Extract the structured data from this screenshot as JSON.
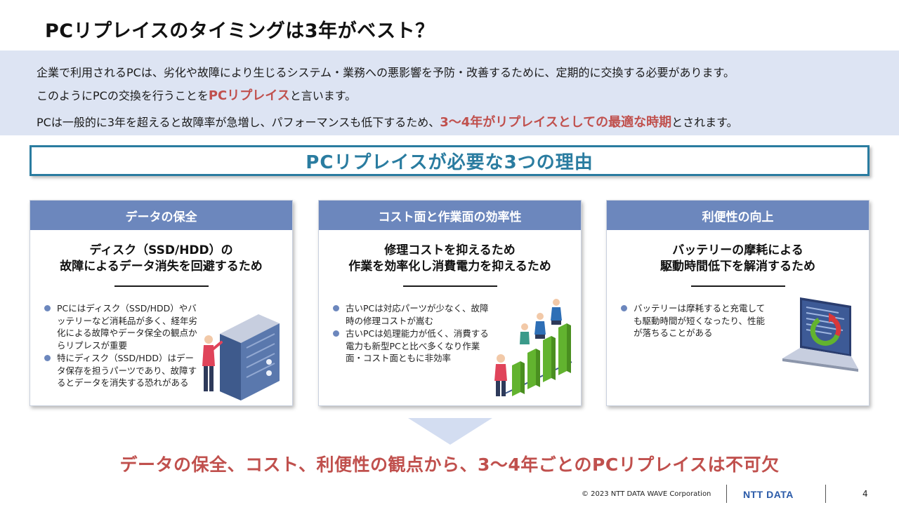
{
  "slide": {
    "title": "PCリプレイスのタイミングは3年がベスト？"
  },
  "intro": {
    "line1": "企業で利用されるPCは、劣化や故障により生じるシステム・業務への悪影響を予防・改善するために、定期的に交換する必要があります。",
    "line2_pre": "このようにPCの交換を行うことを",
    "line2_hl": "PCリプレイス",
    "line2_post": "と言います。",
    "line3_pre": "PCは一般的に3年を超えると故障率が急増し、パフォーマンスも低下するため、",
    "line3_hl": "3～4年がリプレイスとしての最適な時期",
    "line3_post": "とされます。"
  },
  "reasons_banner": "PCリプレイスが必要な3つの理由",
  "cards": [
    {
      "header": "データの保全",
      "sub1": "ディスク（SSD/HDD）の",
      "sub2": "故障によるデータ消失を回避するため",
      "bullets": [
        "PCにはディスク（SSD/HDD）やバッテリーなど消耗品が多く、経年劣化による故障やデータ保全の観点からリプレスが重要",
        "特にディスク（SSD/HDD）はデータ保存を担うパーツであり、故障するとデータを消失する恐れがある"
      ],
      "icon": "server-person-icon"
    },
    {
      "header": "コスト面と作業面の効率性",
      "sub1": "修理コストを抑えるため",
      "sub2": "作業を効率化し消費電力を抑えるため",
      "bullets": [
        "古いPCは対応パーツが少なく、故障時の修理コストが嵩む",
        "古いPCは処理能力が低く、消費する電力も新型PCと比べ多くなり作業面・コスト面ともに非効率"
      ],
      "icon": "growth-chart-people-icon"
    },
    {
      "header": "利便性の向上",
      "sub1": "バッテリーの摩耗による",
      "sub2": "駆動時間低下を解消するため",
      "bullets": [
        "バッテリーは摩耗すると充電しても駆動時間が短くなったり、性能が落ちることがある"
      ],
      "icon": "laptop-refresh-icon"
    }
  ],
  "conclusion": "データの保全、コスト、利便性の観点から、3～4年ごとのPCリプレイスは不可欠",
  "footer": {
    "copyright": "© 2023 NTT DATA WAVE Corporation",
    "logo": "NTT DATA",
    "page": "4"
  },
  "colors": {
    "accent_red": "#c0504d",
    "banner_teal": "#2a7ca0",
    "card_header": "#6c87bd",
    "intro_band": "#dde4f3"
  }
}
